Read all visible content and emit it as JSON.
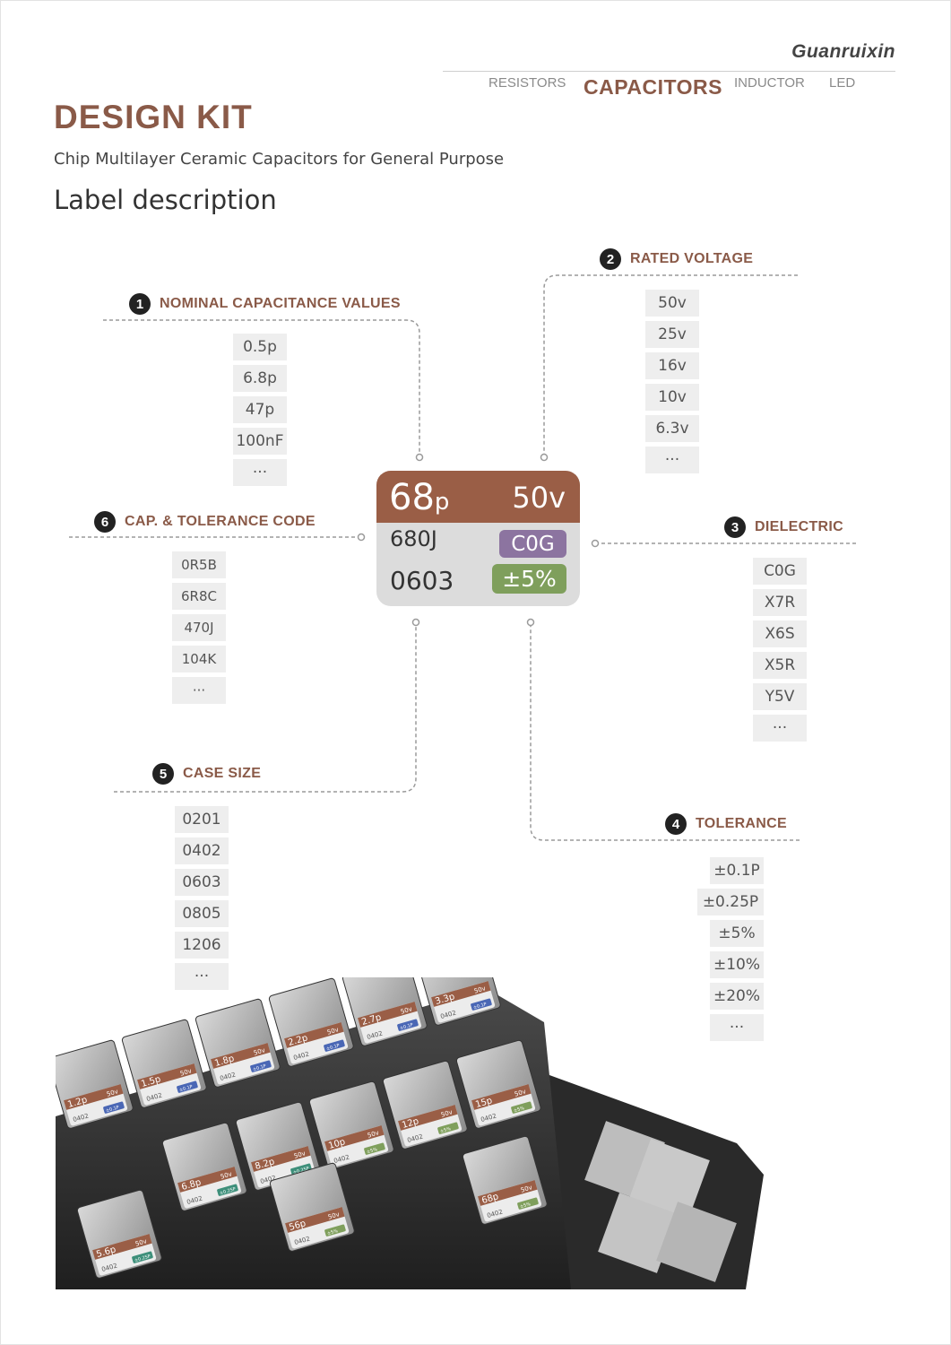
{
  "brand": "Guanruixin",
  "nav": {
    "tabs": [
      "RESISTORS",
      "CAPACITORS",
      "INDUCTOR",
      "LED"
    ],
    "active": "CAPACITORS"
  },
  "title": "DESIGN KIT",
  "subtitle": "Chip Multilayer Ceramic Capacitors for General Purpose",
  "heading": "Label description",
  "sections": {
    "s1": {
      "num": "1",
      "label": "NOMINAL CAPACITANCE VALUES",
      "items": [
        "0.5p",
        "6.8p",
        "47p",
        "100nF",
        "···"
      ]
    },
    "s2": {
      "num": "2",
      "label": "RATED VOLTAGE",
      "items": [
        "50v",
        "25v",
        "16v",
        "10v",
        "6.3v",
        "···"
      ]
    },
    "s3": {
      "num": "3",
      "label": "DIELECTRIC",
      "items": [
        "C0G",
        "X7R",
        "X6S",
        "X5R",
        "Y5V",
        "···"
      ]
    },
    "s4": {
      "num": "4",
      "label": "TOLERANCE",
      "items": [
        "±0.1P",
        "±0.25P",
        "±5%",
        "±10%",
        "±20%",
        "···"
      ]
    },
    "s5": {
      "num": "5",
      "label": "CASE SIZE",
      "items": [
        "0201",
        "0402",
        "0603",
        "0805",
        "1206",
        "···"
      ]
    },
    "s6": {
      "num": "6",
      "label": "CAP. & TOLERANCE CODE",
      "items": [
        "0R5B",
        "6R8C",
        "470J",
        "104K",
        "···"
      ]
    }
  },
  "label_card": {
    "cap_value": "68",
    "cap_unit": "p",
    "voltage": "50v",
    "code": "680J",
    "dielectric": "C0G",
    "case": "0603",
    "tolerance": "±5%"
  },
  "colors": {
    "accent": "#8a5a48",
    "label_top": "#9a5e46",
    "dielectric": "#8c74a0",
    "tolerance": "#7f9f5c"
  },
  "photo": {
    "row1": [
      {
        "cap": "1.2p",
        "volt": "50v",
        "case": "0402",
        "tol": "±0.1P"
      },
      {
        "cap": "1.5p",
        "volt": "50v",
        "case": "0402",
        "tol": "±0.1P"
      },
      {
        "cap": "1.8p",
        "volt": "50v",
        "case": "0402",
        "tol": "±0.1P"
      },
      {
        "cap": "2.2p",
        "volt": "50v",
        "case": "0402",
        "tol": "±0.1P"
      },
      {
        "cap": "2.7p",
        "volt": "50v",
        "case": "0402",
        "tol": "±0.1P"
      },
      {
        "cap": "3.3p",
        "volt": "50v",
        "case": "0402",
        "tol": "±0.1P"
      }
    ],
    "row2": [
      {
        "cap": "6.8p",
        "volt": "50v",
        "case": "0402",
        "tol": "±0.25P"
      },
      {
        "cap": "8.2p",
        "volt": "50v",
        "case": "0402",
        "tol": "±0.25P"
      },
      {
        "cap": "10p",
        "volt": "50v",
        "case": "0402",
        "tol": "±5%"
      },
      {
        "cap": "12p",
        "volt": "50v",
        "case": "0402",
        "tol": "±5%"
      },
      {
        "cap": "15p",
        "volt": "50v",
        "case": "0402",
        "tol": "±5%"
      }
    ],
    "row3": [
      {
        "cap": "5.6p",
        "volt": "50v",
        "case": "0402",
        "tol": "±0.25P"
      },
      {
        "cap": "56p",
        "volt": "50v",
        "case": "0402",
        "tol": "±5%"
      },
      {
        "cap": "68p",
        "volt": "50v",
        "case": "0402",
        "tol": "±5%"
      }
    ]
  }
}
